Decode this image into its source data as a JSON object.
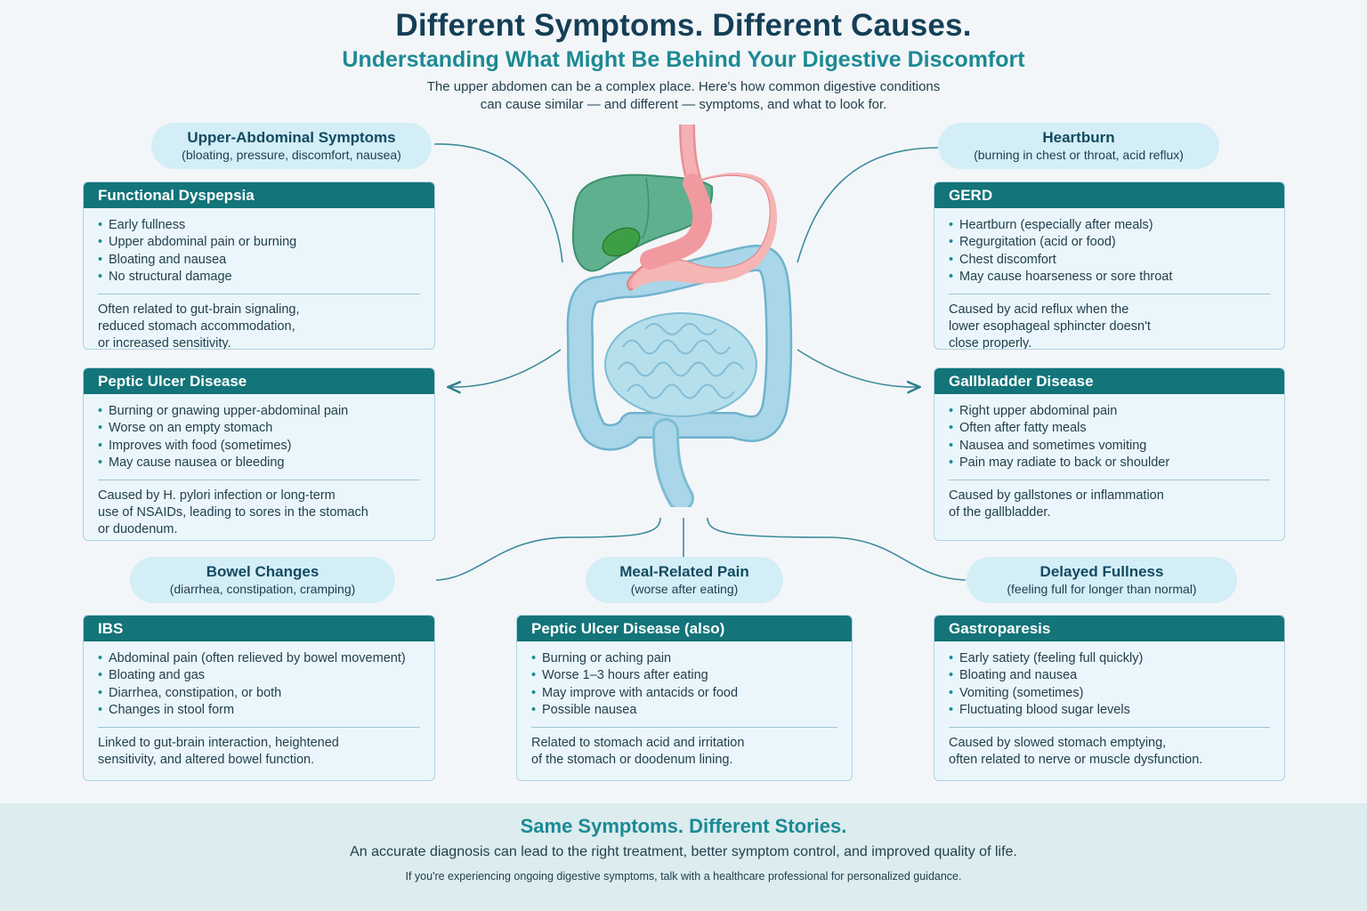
{
  "header": {
    "title": "Different Symptoms. Different Causes.",
    "subtitle": "Understanding What Might Be Behind Your Digestive Discomfort",
    "intro_line1": "The upper abdomen can be a complex place. Here's how common digestive conditions",
    "intro_line2": "can cause similar — and different — symptoms, and what to look for."
  },
  "symptom_groups": {
    "upper_abdominal": {
      "heading": "Upper-Abdominal Symptoms",
      "detail": "(bloating, pressure, discomfort, nausea)"
    },
    "heartburn": {
      "heading": "Heartburn",
      "detail": "(burning in chest or throat, acid reflux)"
    },
    "bowel_changes": {
      "heading": "Bowel Changes",
      "detail": "(diarrhea, constipation, cramping)"
    },
    "meal_related": {
      "heading": "Meal-Related Pain",
      "detail": "(worse after eating)"
    },
    "delayed_fullness": {
      "heading": "Delayed Fullness",
      "detail": "(feeling full for longer than normal)"
    }
  },
  "conditions": {
    "functional_dyspepsia": {
      "title": "Functional Dyspepsia",
      "symptoms": [
        "Early fullness",
        "Upper abdominal pain or burning",
        "Bloating and nausea",
        "No structural damage"
      ],
      "description": "Often related to gut-brain signaling,\nreduced stomach accommodation,\nor increased sensitivity."
    },
    "peptic_ulcer": {
      "title": "Peptic Ulcer Disease",
      "symptoms": [
        "Burning or gnawing upper-abdominal pain",
        "Worse on an empty stomach",
        "Improves with food (sometimes)",
        "May cause nausea or bleeding"
      ],
      "description": "Caused by H. pylori infection or long-term\nuse of NSAIDs, leading to sores in the stomach\nor duodenum."
    },
    "gerd": {
      "title": "GERD",
      "symptoms": [
        "Heartburn (especially after meals)",
        "Regurgitation (acid or food)",
        "Chest discomfort",
        "May cause hoarseness or sore throat"
      ],
      "description": "Caused by acid reflux when the\nlower esophageal sphincter doesn't\nclose properly."
    },
    "gallbladder": {
      "title": "Gallbladder Disease",
      "symptoms": [
        "Right upper abdominal pain",
        "Often after fatty meals",
        "Nausea and sometimes vomiting",
        "Pain may radiate to back or shoulder"
      ],
      "description": "Caused by gallstones or inflammation\nof the gallbladder."
    },
    "ibs": {
      "title": "IBS",
      "symptoms": [
        "Abdominal pain (often relieved by bowel movement)",
        "Bloating and gas",
        "Diarrhea, constipation, or both",
        "Changes in stool form"
      ],
      "description": "Linked to gut-brain interaction, heightened\nsensitivity, and altered bowel function."
    },
    "peptic_ulcer_also": {
      "title": "Peptic Ulcer Disease (also)",
      "symptoms": [
        "Burning or aching pain",
        "Worse 1–3 hours after eating",
        "May improve with antacids or food",
        "Possible nausea"
      ],
      "description": "Related to stomach acid and irritation\nof the stomach or doodenum lining."
    },
    "gastroparesis": {
      "title": "Gastroparesis",
      "symptoms": [
        "Early satiety (feeling full quickly)",
        "Bloating and nausea",
        "Vomiting (sometimes)",
        "Fluctuating blood sugar levels"
      ],
      "description": "Caused by slowed stomach emptying,\noften related to nerve or muscle dysfunction."
    }
  },
  "footer": {
    "title": "Same Symptoms. Different Stories.",
    "subtitle": "An accurate diagnosis can lead to the right treatment, better symptom control, and improved quality of life.",
    "note": "If you're experiencing ongoing digestive symptoms, talk with a healthcare professional for personalized guidance."
  },
  "colors": {
    "title": "#143f57",
    "accent": "#1c8a94",
    "card_header": "#137479",
    "card_bg": "#eaf6fb",
    "pill_bg": "#d3eef7",
    "liver": "#5fb08e",
    "stomach": "#f3a5a5",
    "intestine": "#a9d6e8",
    "footer_bg": "#dcecef"
  }
}
